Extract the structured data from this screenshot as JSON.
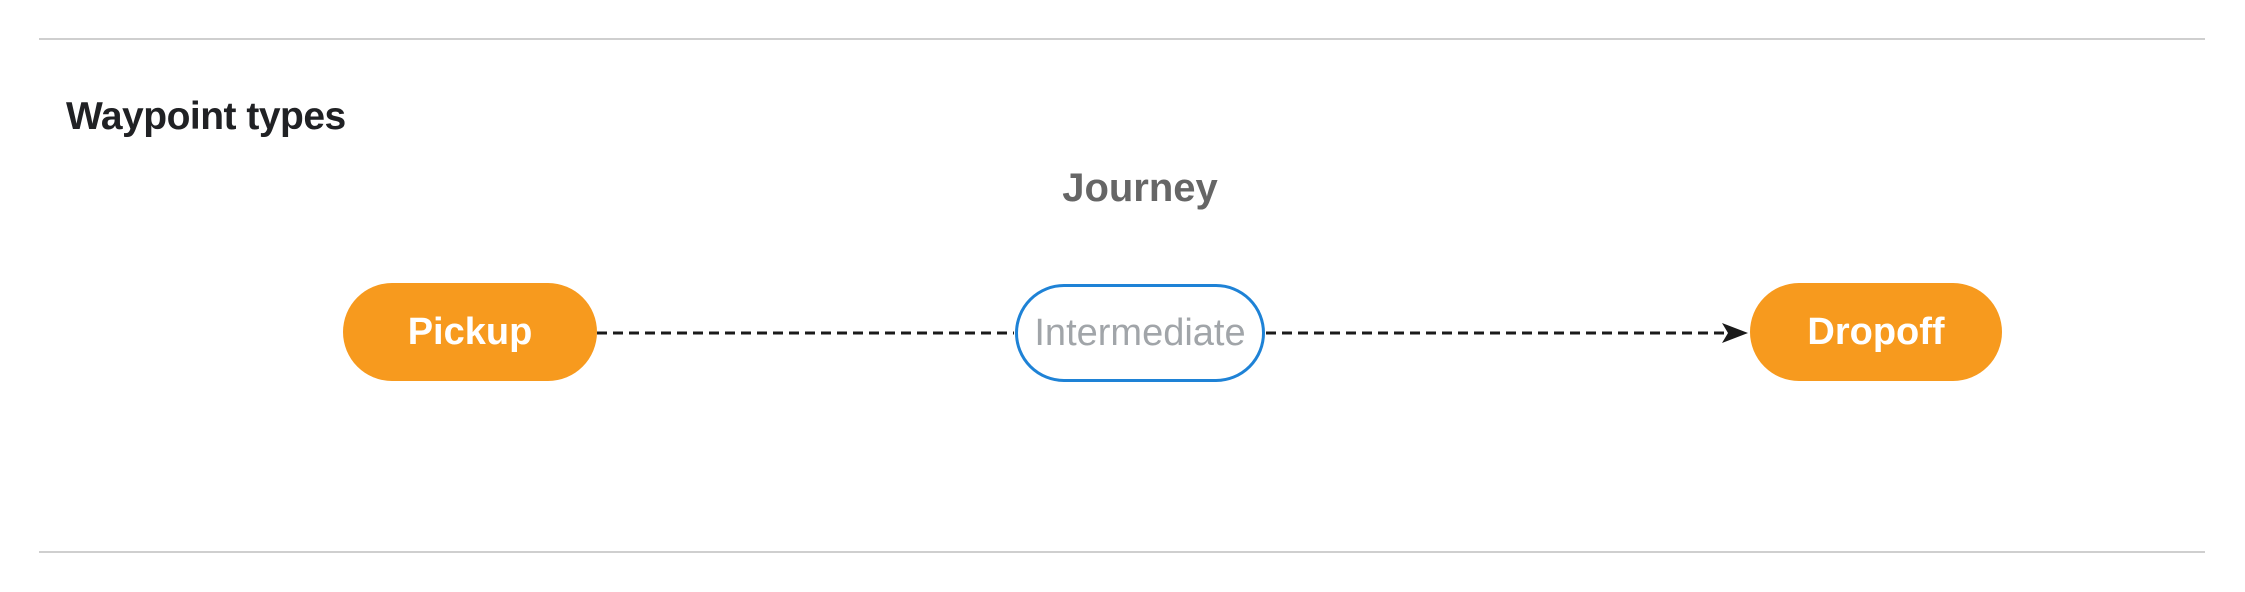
{
  "page": {
    "title": "Waypoint types"
  },
  "diagram": {
    "group_label": "Journey",
    "nodes": [
      {
        "id": "pickup",
        "label": "Pickup",
        "style": "filled-orange"
      },
      {
        "id": "intermediate",
        "label": "Intermediate",
        "style": "outlined-blue"
      },
      {
        "id": "dropoff",
        "label": "Dropoff",
        "style": "filled-orange"
      }
    ],
    "edges": [
      {
        "from": "pickup",
        "to": "intermediate",
        "style": "dashed",
        "arrowhead": false
      },
      {
        "from": "intermediate",
        "to": "dropoff",
        "style": "dashed",
        "arrowhead": true
      }
    ]
  },
  "colors": {
    "node_fill_orange": "#F79A1E",
    "node_text_light": "#FFFFFF",
    "intermediate_border_blue": "#1E82D6",
    "intermediate_text_gray": "#A1A5A9",
    "group_label_gray": "#666666",
    "title_color": "#202124",
    "connector_black": "#1A1A1A",
    "divider_gray": "#CFCFCF",
    "page_bg": "#FFFFFF"
  }
}
